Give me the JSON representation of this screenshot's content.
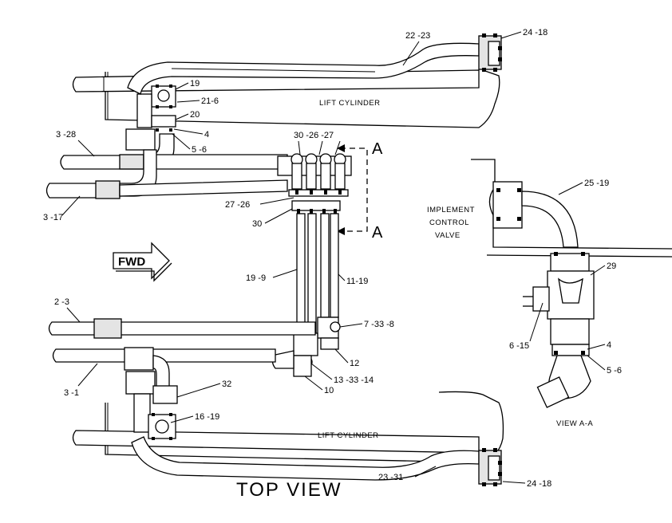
{
  "labels": {
    "lift_cylinder_top": "LIFT CYLINDER",
    "lift_cylinder_bottom": "LIFT CYLINDER",
    "implement_control_valve_line1": "IMPLEMENT",
    "implement_control_valve_line2": "CONTROL",
    "implement_control_valve_line3": "VALVE",
    "fwd": "FWD",
    "section_a_top": "A",
    "section_a_bottom": "A",
    "view_aa": "VIEW A-A",
    "title": "TOP VIEW"
  },
  "callouts": {
    "c22_23": "22 -23",
    "c24_18_top": "24 -18",
    "c19": "19",
    "c21_6": "21-6",
    "c20": "20",
    "c4_left": "4",
    "c5_6_left": "5 -6",
    "c3_28": "3 -28",
    "c30_26_27": "30 -26 -27",
    "c27_26": "27 -26",
    "c30": "30",
    "c3_17": "3 -17",
    "c25_19": "25 -19",
    "c29": "29",
    "c19_9": "19 -9",
    "c11_19": "11-19",
    "c2_3": "2 -3",
    "c7_33_8": "7 -33 -8",
    "c6_15": "6 -15",
    "c4_right": "4",
    "c5_6_right": "5 -6",
    "c12": "12",
    "c3_1": "3 -1",
    "c13_33_14": "13 -33 -14",
    "c10": "10",
    "c32": "32",
    "c16_19": "16 -19",
    "c23_31": "23 -31",
    "c24_18_bottom": "24 -18"
  }
}
